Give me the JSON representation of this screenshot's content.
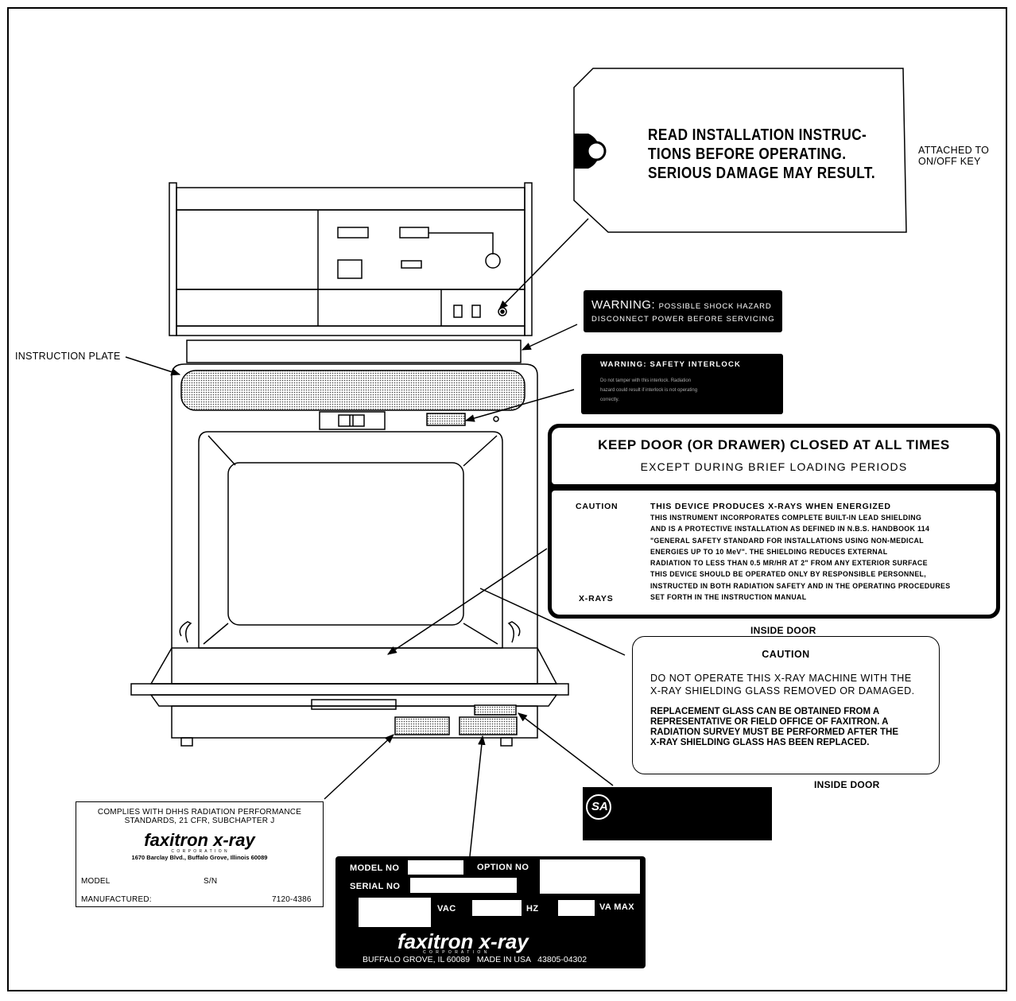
{
  "tag": {
    "lines": [
      "READ INSTALLATION INSTRUC-",
      "TIONS BEFORE OPERATING.",
      "SERIOUS DAMAGE MAY RESULT."
    ],
    "note_lines": [
      "ATTACHED TO",
      "ON/OFF KEY"
    ]
  },
  "instruction_plate_label": "INSTRUCTION PLATE",
  "warning_shock": {
    "title": "WARNING:",
    "subtitle": "POSSIBLE SHOCK HAZARD",
    "detail": "DISCONNECT POWER BEFORE SERVICING"
  },
  "warning_interlock": {
    "title": "WARNING:  SAFETY INTERLOCK",
    "body_lines": [
      "Do not tamper with this interlock. Radiation",
      "hazard could result if interlock is not operating",
      "correctly."
    ]
  },
  "keep_door": {
    "heading": "KEEP DOOR (OR DRAWER) CLOSED AT ALL TIMES",
    "subheading": "EXCEPT DURING BRIEF LOADING PERIODS",
    "caution": "CAUTION",
    "symbol_label": "X-RAYS",
    "headline": "THIS DEVICE PRODUCES X-RAYS WHEN ENERGIZED",
    "body_lines": [
      "THIS INSTRUMENT INCORPORATES COMPLETE BUILT-IN LEAD SHIELDING",
      "AND IS A PROTECTIVE INSTALLATION AS DEFINED IN N.B.S. HANDBOOK 114",
      "\"GENERAL SAFETY STANDARD FOR INSTALLATIONS USING NON-MEDICAL",
      "ENERGIES UP TO 10 MeV\". THE SHIELDING REDUCES EXTERNAL",
      "RADIATION TO LESS THAN 0.5 MR/HR AT 2\" FROM ANY EXTERIOR SURFACE",
      "THIS DEVICE SHOULD BE OPERATED ONLY BY RESPONSIBLE PERSONNEL,",
      "INSTRUCTED IN BOTH RADIATION SAFETY AND IN THE OPERATING PROCEDURES",
      "SET FORTH IN THE INSTRUCTION MANUAL"
    ],
    "location": "INSIDE DOOR"
  },
  "caution_glass": {
    "title": "CAUTION",
    "para1_lines": [
      "DO NOT OPERATE THIS X-RAY MACHINE WITH THE",
      "X-RAY SHIELDING GLASS REMOVED OR DAMAGED."
    ],
    "para2_lines": [
      "REPLACEMENT GLASS CAN BE OBTAINED FROM A",
      "REPRESENTATIVE OR FIELD OFFICE OF FAXITRON. A",
      "RADIATION SURVEY MUST BE PERFORMED AFTER THE",
      "X-RAY SHIELDING GLASS HAS BEEN REPLACED."
    ],
    "location": "INSIDE DOOR"
  },
  "csa_logo": "SA",
  "dhhs_label": {
    "lines": [
      "COMPLIES WITH DHHS RADIATION PERFORMANCE",
      "STANDARDS, 21 CFR, SUBCHAPTER J"
    ],
    "brand_left": "faxitron",
    "brand_right": "x-ray",
    "brand_sub": "C O R P O R A T I O N",
    "address": "1670 Barclay Blvd., Buffalo Grove, Illinois 60089",
    "model": "MODEL",
    "sn": "S/N",
    "manufactured": "MANUFACTURED:",
    "part_no": "7120-4386"
  },
  "model_plate": {
    "model_no": "MODEL NO",
    "option_no": "OPTION NO",
    "serial_no": "SERIAL NO",
    "vac": "VAC",
    "hz": "HZ",
    "va_max": "VA MAX",
    "brand_left": "faxitron",
    "brand_right": "x-ray",
    "brand_sub": "C O R P O R A T I O N",
    "footer": "BUFFALO GROVE, IL 60089   MADE IN USA   43805-04302"
  }
}
